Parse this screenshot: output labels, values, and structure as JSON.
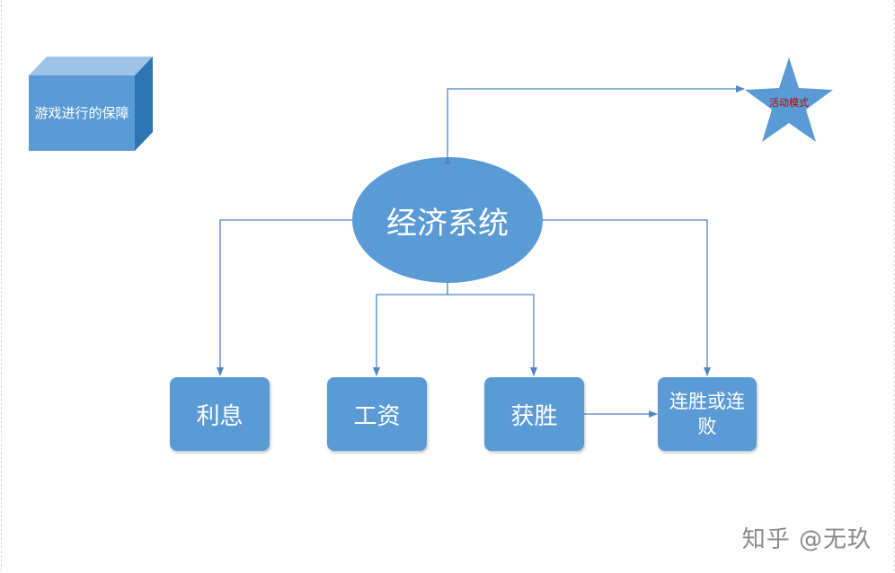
{
  "cube": {
    "label": "游戏进行的保障"
  },
  "star": {
    "label": "活动模式",
    "label_color": "#c00000"
  },
  "center": {
    "label": "经济系统"
  },
  "boxes": [
    {
      "label": "利息"
    },
    {
      "label": "工资"
    },
    {
      "label": "获胜"
    },
    {
      "label": "连胜或连败"
    }
  ],
  "watermark": "知乎 @无玖",
  "colors": {
    "fill": "#5b9bd5",
    "line": "#4f87c2"
  }
}
